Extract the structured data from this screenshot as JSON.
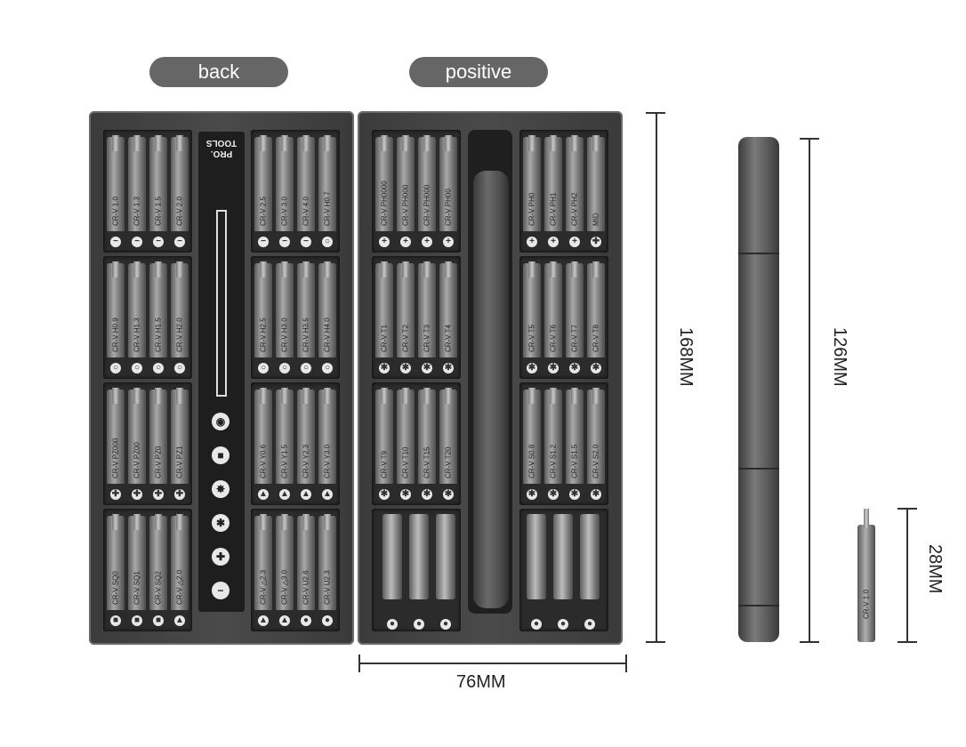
{
  "labels": {
    "back": "back",
    "positive": "positive"
  },
  "brand": "PRO. TOOLS",
  "dimensions": {
    "case_height": "168MM",
    "case_width": "76MM",
    "handle_length": "126MM",
    "bit_length": "28MM"
  },
  "single_bit_label": "CR-V 1.0",
  "back_trays": [
    {
      "bits": [
        "CR-V 1.0",
        "CR-V 1.3",
        "CR-V 1.5",
        "CR-V 2.0"
      ],
      "sym": [
        "−",
        "−",
        "−",
        "−"
      ]
    },
    {
      "bits": [
        "CR-V 2.5",
        "CR-V 3.0",
        "CR-V 4.0",
        "CR-V H0.7"
      ],
      "sym": [
        "−",
        "−",
        "−",
        "○"
      ]
    },
    {
      "bits": [
        "CR-V H0.9",
        "CR-V H1.3",
        "CR-V H1.5",
        "CR-V H2.0"
      ],
      "sym": [
        "○",
        "○",
        "○",
        "○"
      ]
    },
    {
      "bits": [
        "CR-V H2.5",
        "CR-V H3.0",
        "CR-V H3.5",
        "CR-V H4.0"
      ],
      "sym": [
        "○",
        "○",
        "○",
        "○"
      ]
    },
    {
      "bits": [
        "CR-V PZ000",
        "CR-V PZ00",
        "CR-V PZ0",
        "CR-V PZ1"
      ],
      "sym": [
        "✚",
        "✚",
        "✚",
        "✚"
      ]
    },
    {
      "bits": [
        "CR-V Y0.6",
        "CR-V Y1.5",
        "CR-V Y2.3",
        "CR-V Y3.0"
      ],
      "sym": [
        "▲",
        "▲",
        "▲",
        "▲"
      ]
    },
    {
      "bits": [
        "CR-V SQ0",
        "CR-V SQ1",
        "CR-V SQ2",
        "CR-V △2.0"
      ],
      "sym": [
        "■",
        "■",
        "■",
        "▲"
      ]
    },
    {
      "bits": [
        "CR-V △2.3",
        "CR-V △3.0",
        "CR-V U2.6",
        "CR-V U2.3"
      ],
      "sym": [
        "▲",
        "▲",
        "●",
        "●"
      ]
    }
  ],
  "front_trays": [
    {
      "bits": [
        "CR-V PH0000",
        "CR-V PH000",
        "CR-V PH000",
        "CR-V PH00"
      ],
      "sym": [
        "+",
        "+",
        "+",
        "+"
      ]
    },
    {
      "bits": [
        "CR-V PH0",
        "CR-V PH1",
        "CR-V PH2",
        "MID"
      ],
      "sym": [
        "+",
        "+",
        "+",
        "✚"
      ]
    },
    {
      "bits": [
        "CR-V T1",
        "CR-V T2",
        "CR-V T3",
        "CR-V T4"
      ],
      "sym": [
        "✱",
        "✱",
        "✱",
        "✱"
      ]
    },
    {
      "bits": [
        "CR-V T5",
        "CR-V T6",
        "CR-V T7",
        "CR-V T8"
      ],
      "sym": [
        "✱",
        "✱",
        "✱",
        "✱"
      ]
    },
    {
      "bits": [
        "CR-V T9",
        "CR-V T10",
        "CR-V T15",
        "CR-V T20"
      ],
      "sym": [
        "✱",
        "✱",
        "✱",
        "✱"
      ]
    },
    {
      "bits": [
        "CR-V S0.8",
        "CR-V S1.2",
        "CR-V S1.5",
        "CR-V S2.0"
      ],
      "sym": [
        "✱",
        "✱",
        "✱",
        "✱"
      ]
    }
  ],
  "panel_icons": [
    "◉",
    "■",
    "✸",
    "✱",
    "✚",
    "−"
  ]
}
